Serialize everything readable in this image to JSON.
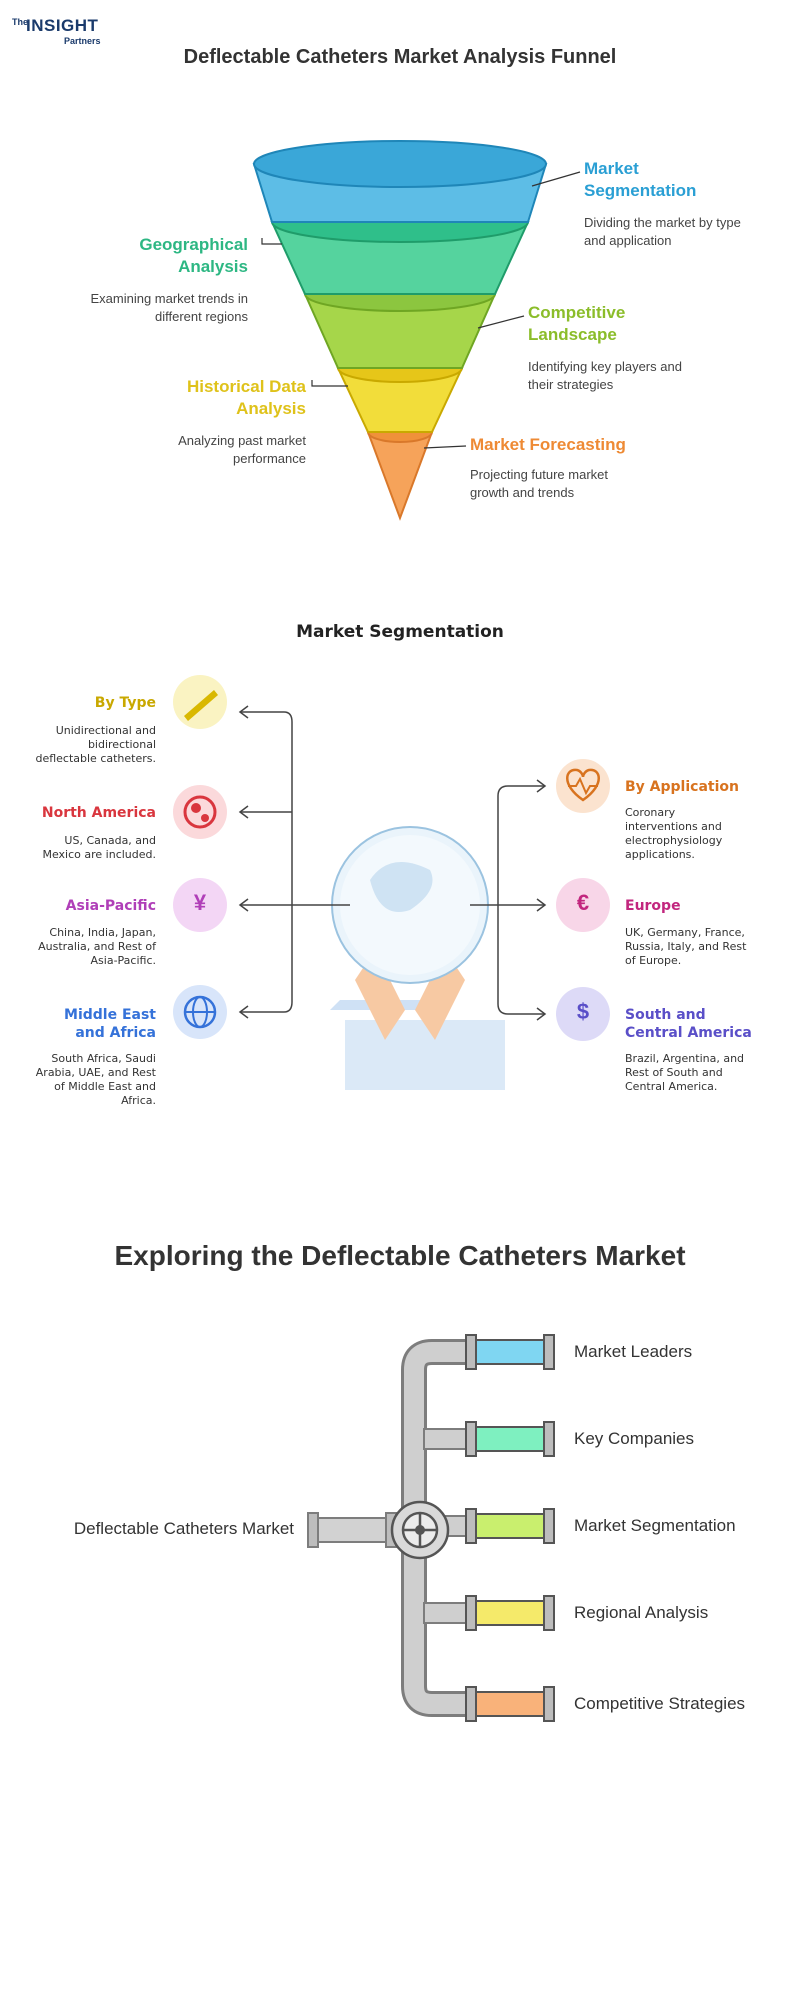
{
  "logo": {
    "the": "The",
    "insight": "INSIGHT",
    "partners": "Partners"
  },
  "funnel": {
    "title": "Deflectable Catheters Market Analysis Funnel",
    "stages": [
      {
        "label_line1": "Market",
        "label_line2": "Segmentation",
        "desc_line1": "Dividing the market by type",
        "desc_line2": "and application",
        "color": "#3aa7d8"
      },
      {
        "label_line1": "Geographical",
        "label_line2": "Analysis",
        "desc_line1": "Examining market trends in",
        "desc_line2": "different regions",
        "color": "#2fbf8a"
      },
      {
        "label_line1": "Competitive",
        "label_line2": "Landscape",
        "desc_line1": "Identifying key players and",
        "desc_line2": "their strategies",
        "color": "#8cc63f"
      },
      {
        "label_line1": "Historical Data",
        "label_line2": "Analysis",
        "desc_line1": "Analyzing past market",
        "desc_line2": "performance",
        "color": "#e6c619"
      },
      {
        "label_line1": "Market Forecasting",
        "label_line2": "",
        "desc_line1": "Projecting future market",
        "desc_line2": "growth and trends",
        "color": "#f0913a"
      }
    ]
  },
  "segmentation": {
    "title": "Market Segmentation",
    "left": [
      {
        "label_line1": "By Type",
        "label_line2": "",
        "desc": [
          "Unidirectional and",
          "bidirectional",
          "deflectable catheters."
        ],
        "color": "#d9b800",
        "icon": "ruler-icon"
      },
      {
        "label_line1": "North America",
        "label_line2": "",
        "desc": [
          "US, Canada, and",
          "Mexico are included."
        ],
        "color": "#d9363e",
        "icon": "globe-americas-icon"
      },
      {
        "label_line1": "Asia-Pacific",
        "label_line2": "",
        "desc": [
          "China, India, Japan,",
          "Australia, and Rest of",
          "Asia-Pacific."
        ],
        "color": "#b03fb8",
        "icon": "yen-globe-icon",
        "glyph": "¥"
      },
      {
        "label_line1": "Middle East",
        "label_line2": "and Africa",
        "desc": [
          "South Africa, Saudi",
          "Arabia, UAE, and Rest",
          "of Middle East and",
          "Africa."
        ],
        "color": "#3572d9",
        "icon": "globe-icon"
      }
    ],
    "right": [
      {
        "label_line1": "By Application",
        "label_line2": "",
        "desc": [
          "Coronary",
          "interventions and",
          "electrophysiology",
          "applications."
        ],
        "color": "#d8731f",
        "icon": "heart-pulse-icon"
      },
      {
        "label_line1": "Europe",
        "label_line2": "",
        "desc": [
          "UK, Germany, France,",
          "Russia, Italy, and Rest",
          "of Europe."
        ],
        "color": "#c2267e",
        "icon": "euro-globe-icon",
        "glyph": "€"
      },
      {
        "label_line1": "South and",
        "label_line2": "Central America",
        "desc": [
          "Brazil, Argentina, and",
          "Rest of South and",
          "Central America."
        ],
        "color": "#5a4fc8",
        "icon": "dollar-globe-icon",
        "glyph": "$"
      }
    ]
  },
  "pipeline": {
    "title": "Exploring the Deflectable Catheters Market",
    "source": "Deflectable Catheters Market",
    "branches": [
      {
        "label": "Market Leaders",
        "color": "#7fd6f2"
      },
      {
        "label": "Key Companies",
        "color": "#7ef0c0"
      },
      {
        "label": "Market Segmentation",
        "color": "#c9ef6e"
      },
      {
        "label": "Regional Analysis",
        "color": "#f5ea6a"
      },
      {
        "label": "Competitive Strategies",
        "color": "#f9b27a"
      }
    ]
  }
}
